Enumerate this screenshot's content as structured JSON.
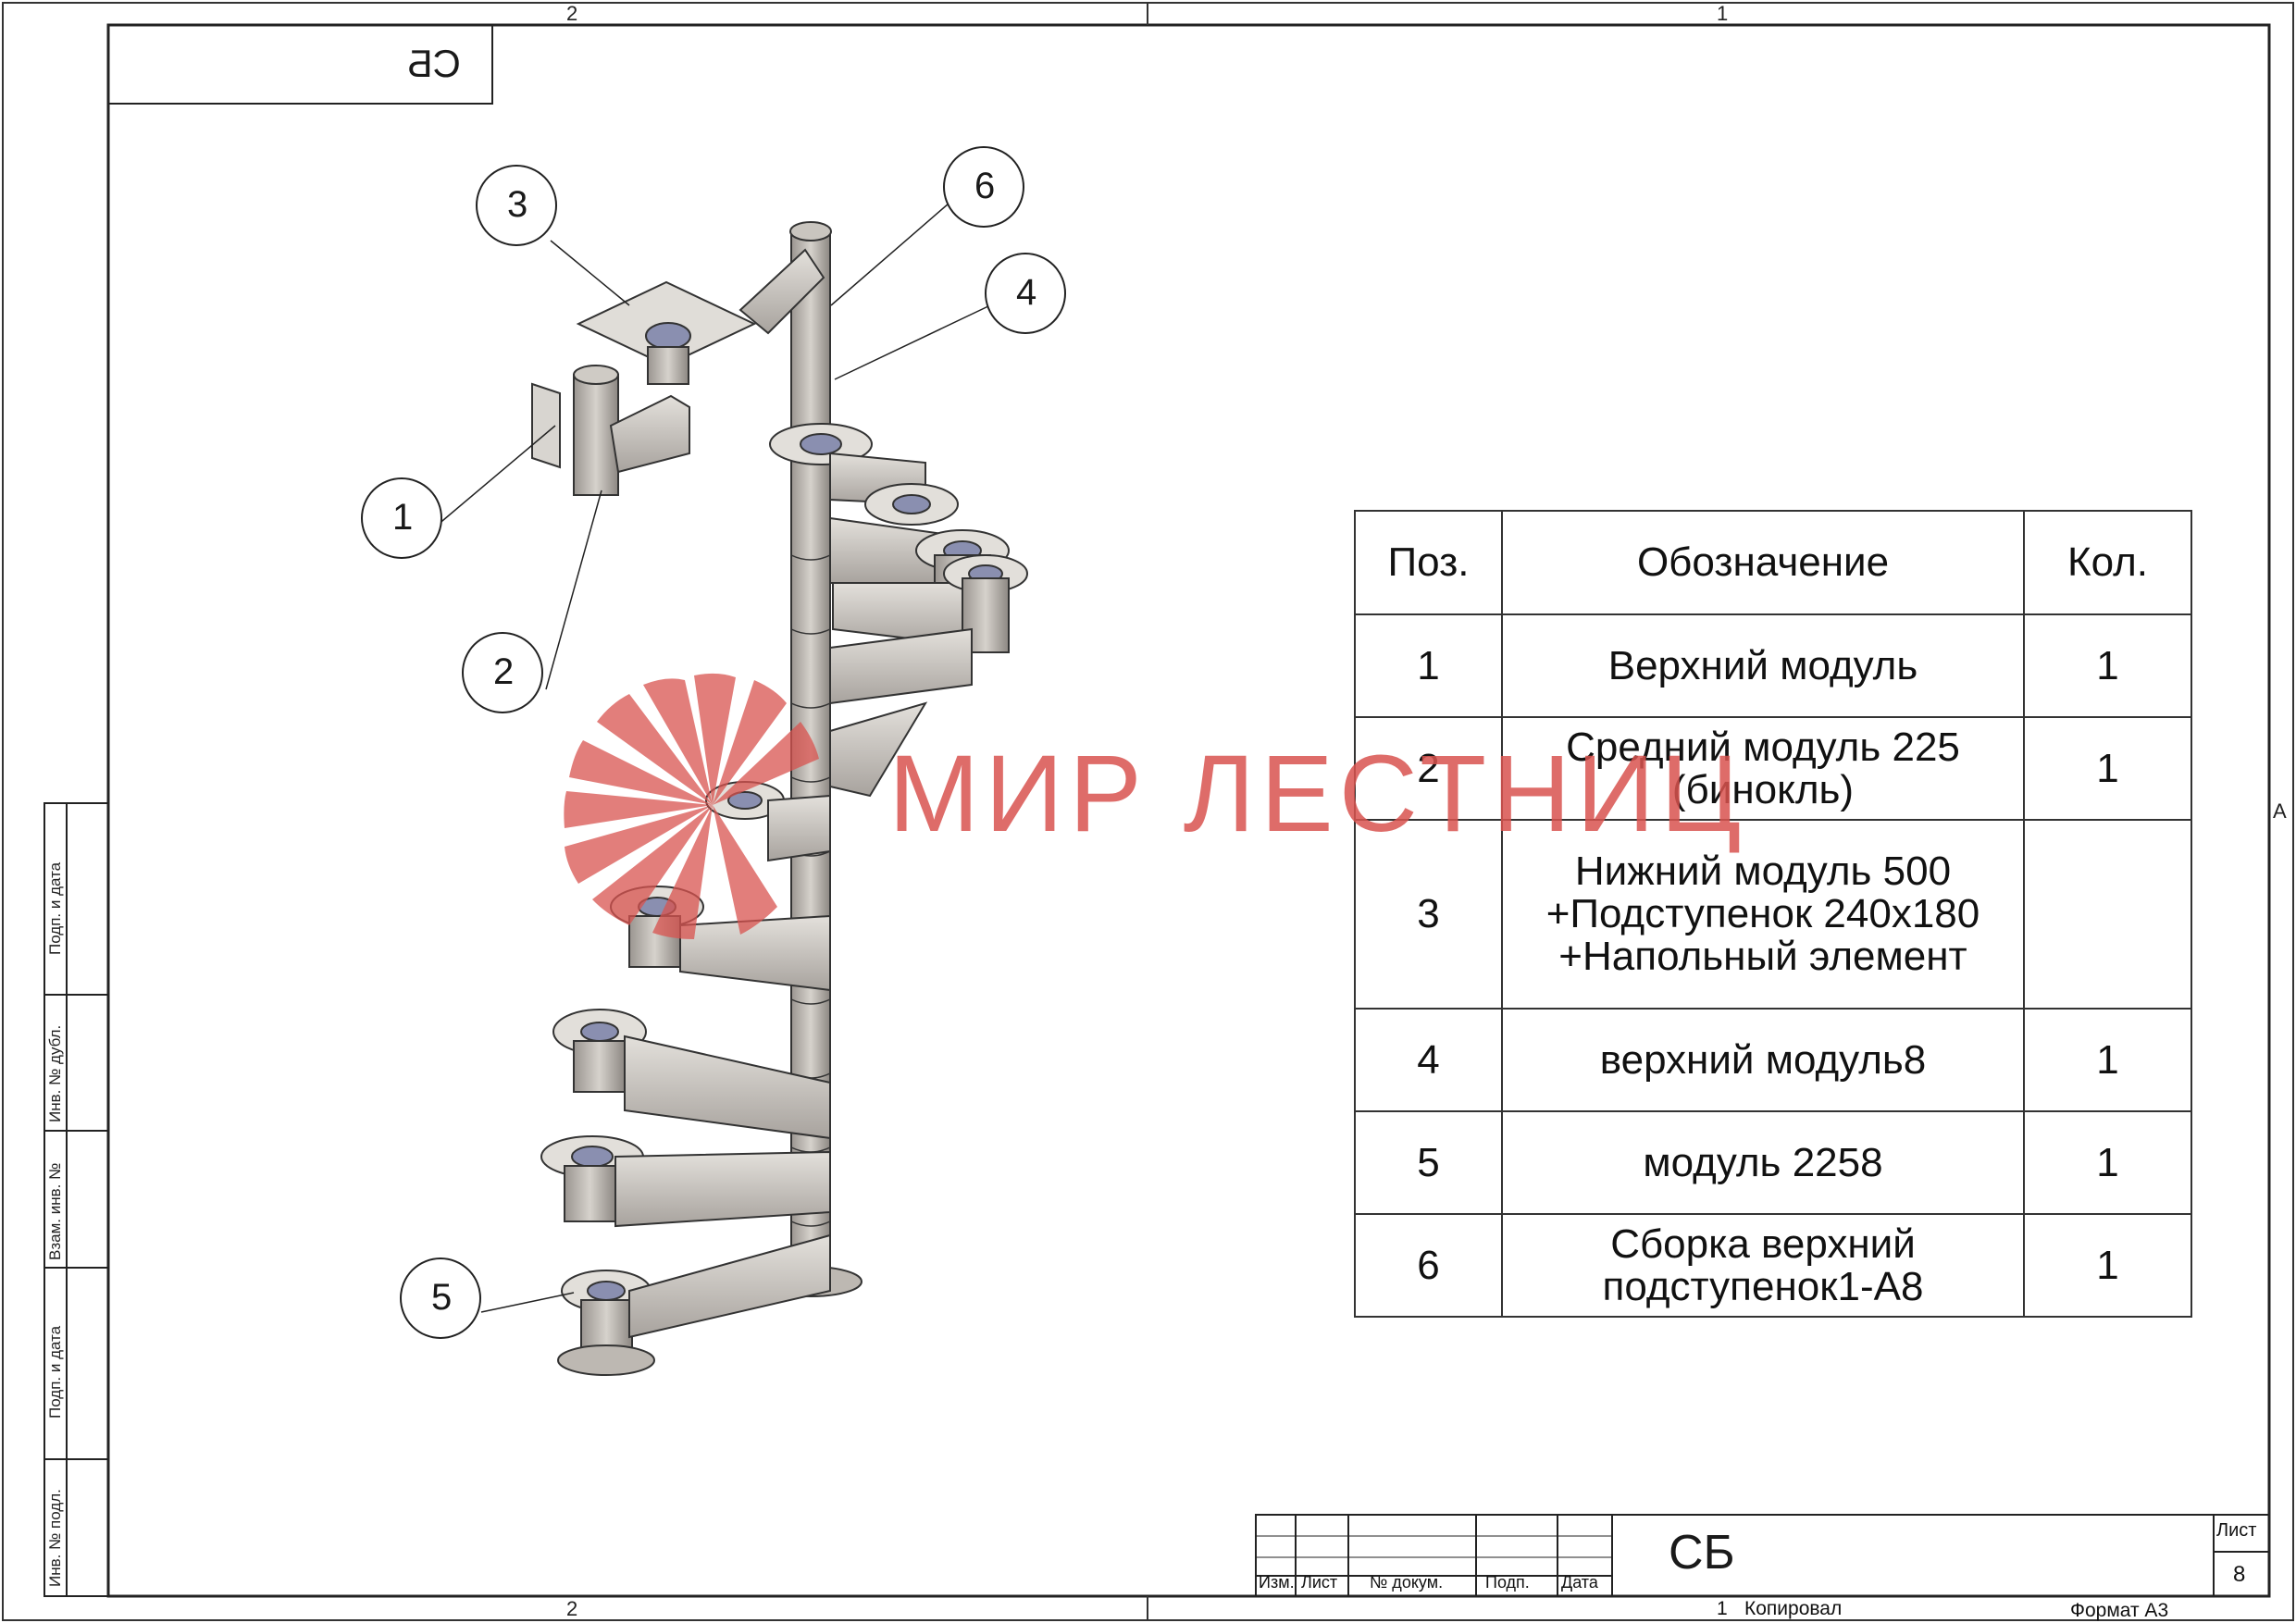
{
  "sheet": {
    "top_zones": [
      "2",
      "1"
    ],
    "bottom_zones": [
      "2",
      "1"
    ],
    "right_zone": "A",
    "mirrored_code": "СБ",
    "side_stamp": [
      "Подп. и дата",
      "Инв. № дубл.",
      "Взам. инв. №",
      "Подп. и дата",
      "Инв. № подл."
    ]
  },
  "drawing": {
    "callouts": [
      "1",
      "2",
      "3",
      "4",
      "5",
      "6"
    ]
  },
  "watermark": {
    "text": "МИР ЛЕСТНИЦ",
    "color": "#d9534f"
  },
  "spec_table": {
    "headers": [
      "Поз.",
      "Обозначение",
      "Кол."
    ],
    "rows": [
      {
        "pos": "1",
        "name": [
          "Верхний модуль"
        ],
        "qty": "1"
      },
      {
        "pos": "2",
        "name": [
          "Средний модуль 225",
          "(бинокль)"
        ],
        "qty": "1"
      },
      {
        "pos": "3",
        "name": [
          "Нижний модуль 500",
          "+Подступенок 240х180",
          "+Напольный элемент"
        ],
        "qty": ""
      },
      {
        "pos": "4",
        "name": [
          "верхний модуль8"
        ],
        "qty": "1"
      },
      {
        "pos": "5",
        "name": [
          "модуль 2258"
        ],
        "qty": "1"
      },
      {
        "pos": "6",
        "name": [
          "Сборка верхний",
          "подступенок1-А8"
        ],
        "qty": "1"
      }
    ]
  },
  "title_block": {
    "col_labels": [
      "Изм.",
      "Лист",
      "№ докум.",
      "Подп.",
      "Дата"
    ],
    "designation": "СБ",
    "sheet_label": "Лист",
    "sheet_number": "8",
    "copied_label": "Копировал",
    "copied_num": "1",
    "format_label": "Формат А3"
  }
}
